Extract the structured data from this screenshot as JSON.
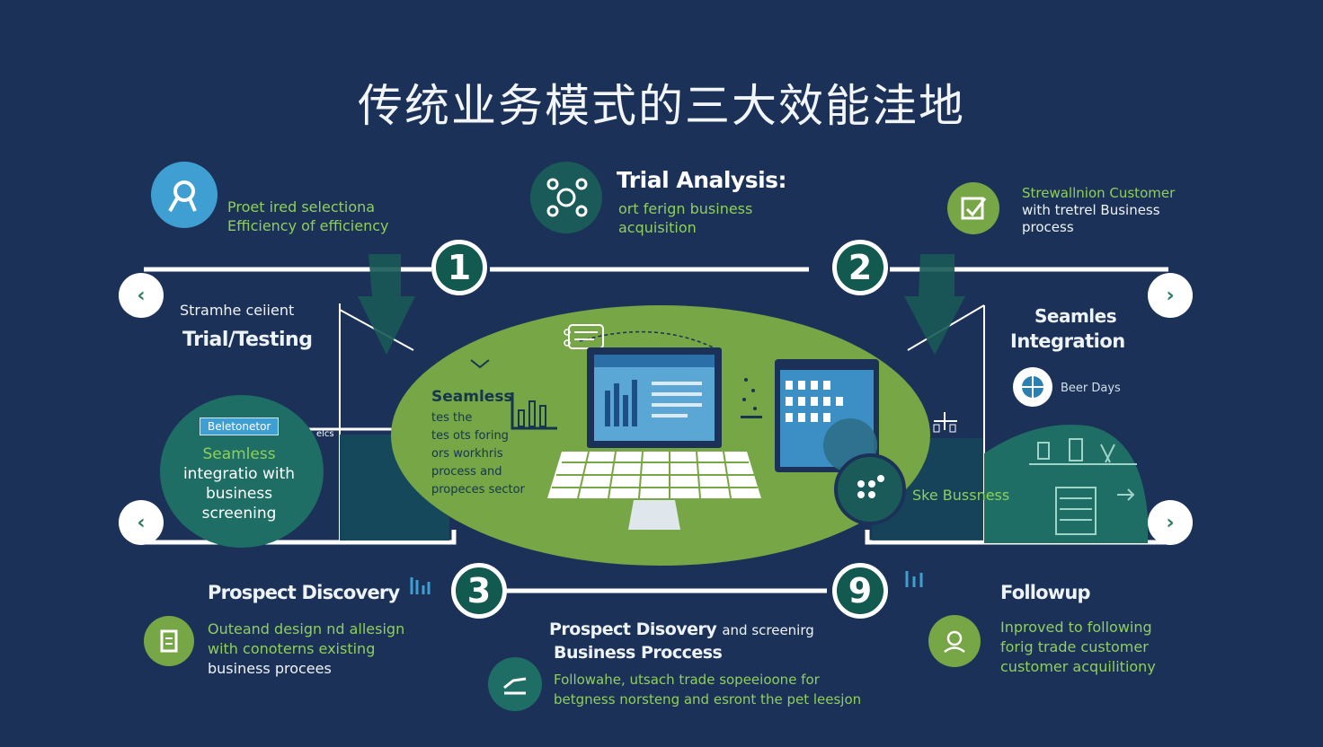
{
  "title": "传统业务模式的三大效能洼地",
  "top_left": {
    "line1": "Proet ired selectiona",
    "line2": "Efficiency of efficiency"
  },
  "top_center": {
    "heading": "Trial Analysis:",
    "line1": "ort ferign business",
    "line2": "acquisition"
  },
  "top_right": {
    "line1": "Strewallnion Customer",
    "line2": "with tretrel Business",
    "line3": "process"
  },
  "left_panel": {
    "subtitle": "Stramhe ceiient",
    "heading": "Trial/Testing",
    "tag": "Beletonetor",
    "circle_line1": "Seamless",
    "circle_line2": "integratio with",
    "circle_line3": "business",
    "circle_line4": "screening",
    "small_label": "elcs"
  },
  "center_oval": {
    "heading": "Seamless",
    "line1": "tes the",
    "line2": "tes ots foring",
    "line3": "ors workhris",
    "line4": "process and",
    "line5": "propeces sector"
  },
  "right_panel": {
    "heading1": "Seamles",
    "heading2": "Integration",
    "badge_text": "Beer Days",
    "business": "Ske Bussness"
  },
  "numbers": {
    "n1": "1",
    "n2": "2",
    "n3": "3",
    "n4": "9"
  },
  "bottom_left": {
    "heading": "Prospect Discovery",
    "line1": "Outeand design nd allesign",
    "line2": "with conoterns existing",
    "line3": "business procees"
  },
  "bottom_center": {
    "heading_bold": "Prospect Disovery",
    "heading_rest": "and screenirg",
    "heading2": "Business Proccess",
    "line1": "Followahe, utsach trade sopeeioone for",
    "line2": "betgness norsteng and esront the pet leesjon"
  },
  "bottom_right": {
    "heading": "Followup",
    "line1": "Inproved to following",
    "line2": "forig trade customer",
    "line3": "customer acquilitiony"
  },
  "arrows": {
    "left": "‹",
    "right": "›"
  },
  "colors": {
    "background": "#1b3158",
    "accent_green": "#8fcf5a",
    "oval_green": "#76a645",
    "teal": "#1e6e66",
    "white": "#ffffff"
  },
  "icons": [
    "magnifier-icon",
    "gears-icon",
    "checklist-icon",
    "globe-icon",
    "document-icon",
    "checkmark-icon",
    "person-icon",
    "monitor-icon",
    "tablet-icon",
    "chat-icon"
  ]
}
